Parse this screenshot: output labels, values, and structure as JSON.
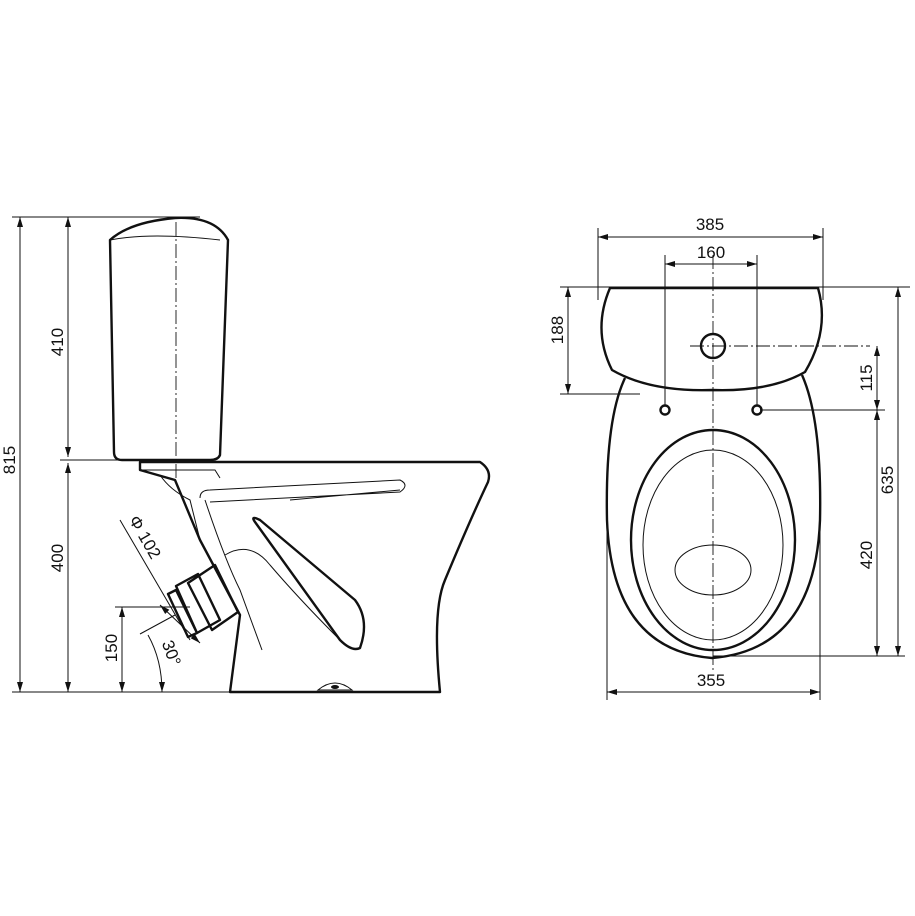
{
  "side_view": {
    "total_height": "815",
    "tank_height": "410",
    "bowl_height": "400",
    "outlet_height": "150",
    "outlet_diameter": "Φ 102",
    "outlet_angle": "30°"
  },
  "top_view": {
    "tank_width": "385",
    "hole_spacing": "160",
    "tank_depth": "188",
    "hole_offset": "115",
    "total_depth": "635",
    "bowl_depth": "420",
    "bowl_width": "355"
  },
  "colors": {
    "line": "#111111",
    "background": "#ffffff"
  }
}
